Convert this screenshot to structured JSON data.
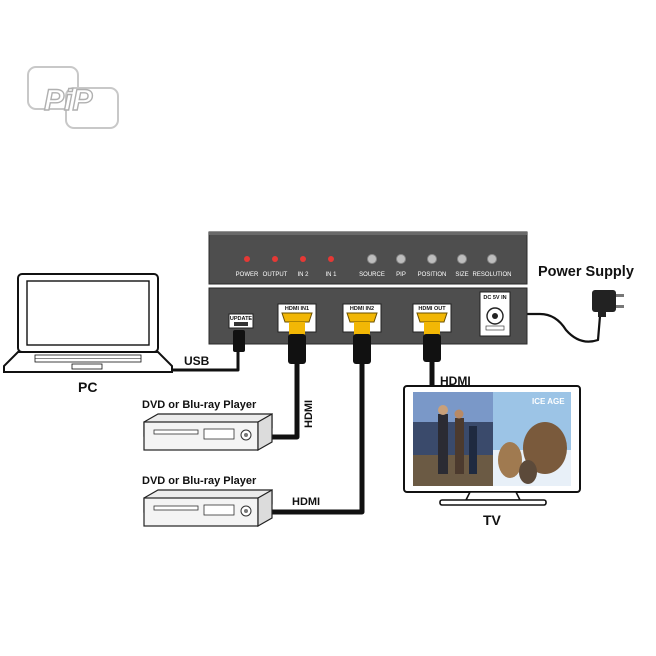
{
  "logo": {
    "text": "PiP"
  },
  "panel": {
    "leds": [
      "POWER",
      "OUTPUT",
      "IN 2",
      "IN 1"
    ],
    "buttons": [
      "SOURCE",
      "PIP",
      "POSITION",
      "SIZE",
      "RESOLUTION"
    ]
  },
  "ports": {
    "update": "UPDATE",
    "hdmi_in1": "HDMI IN1",
    "hdmi_in2": "HDMI IN2",
    "hdmi_out": "HDMI OUT",
    "dc_in": "DC 5V IN"
  },
  "labels": {
    "power_supply": "Power Supply",
    "pc": "PC",
    "usb": "USB",
    "dvd1": "DVD or Blu-ray Player",
    "dvd2": "DVD or Blu-ray Player",
    "hdmi_vertical": "HDMI",
    "hdmi_horizontal": "HDMI",
    "hdmi_tv": "HDMI",
    "tv": "TV",
    "tv_screen_text": "ICE AGE"
  },
  "colors": {
    "device_body": "#4a4a4a",
    "led_red": "#e53935",
    "hdmi_yellow": "#f2b705",
    "cable": "#111111"
  }
}
